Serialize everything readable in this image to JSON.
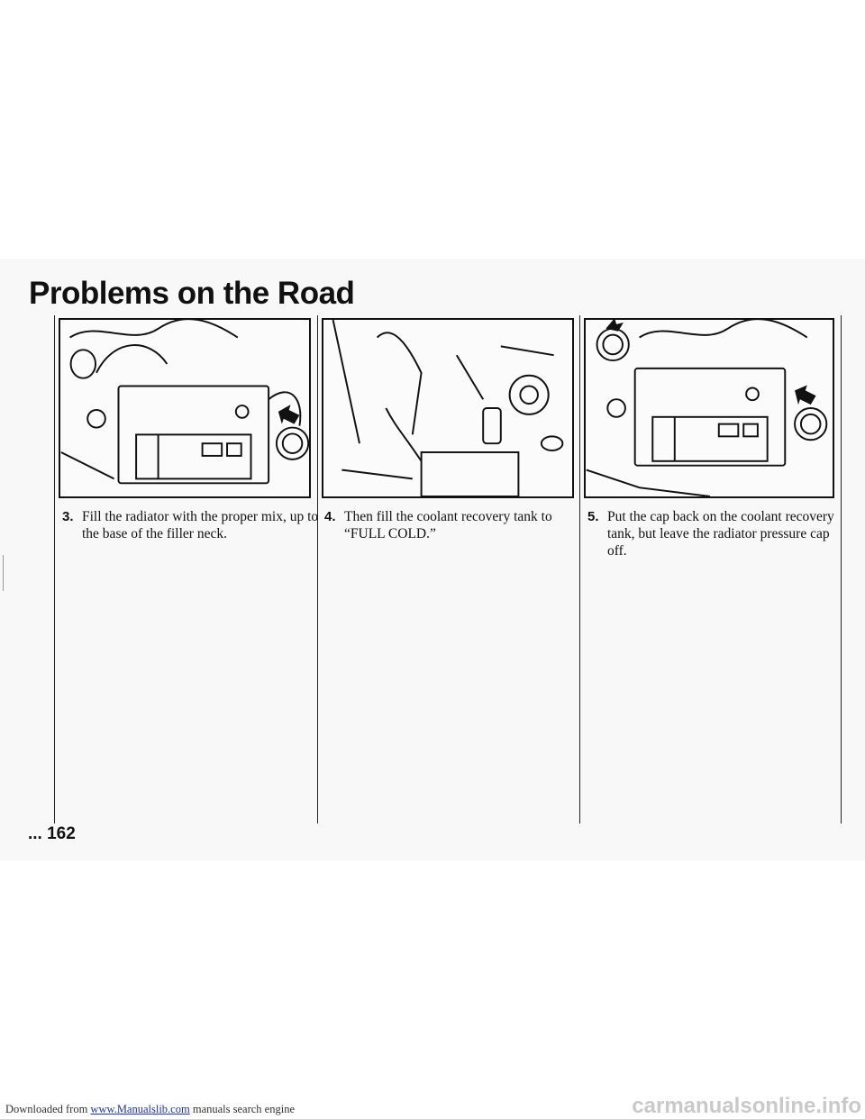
{
  "page": {
    "title": "Problems on the Road",
    "page_number": "... 162"
  },
  "steps": [
    {
      "number": "3.",
      "text": "Fill the radiator with the proper mix, up to the base of the filler neck."
    },
    {
      "number": "4.",
      "text": "Then fill the coolant recovery tank to “FULL COLD.”"
    },
    {
      "number": "5.",
      "text": "Put the cap back on the coolant recovery tank, but leave the radiator pressure cap off."
    }
  ],
  "footer": {
    "prefix": "Downloaded from ",
    "link_text": "www.Manualslib.com",
    "suffix": " manuals search engine",
    "watermark": "carmanualsonline.info"
  },
  "colors": {
    "link": "#1a33b8",
    "ink": "#111111",
    "watermark": "#c9c9c9"
  }
}
